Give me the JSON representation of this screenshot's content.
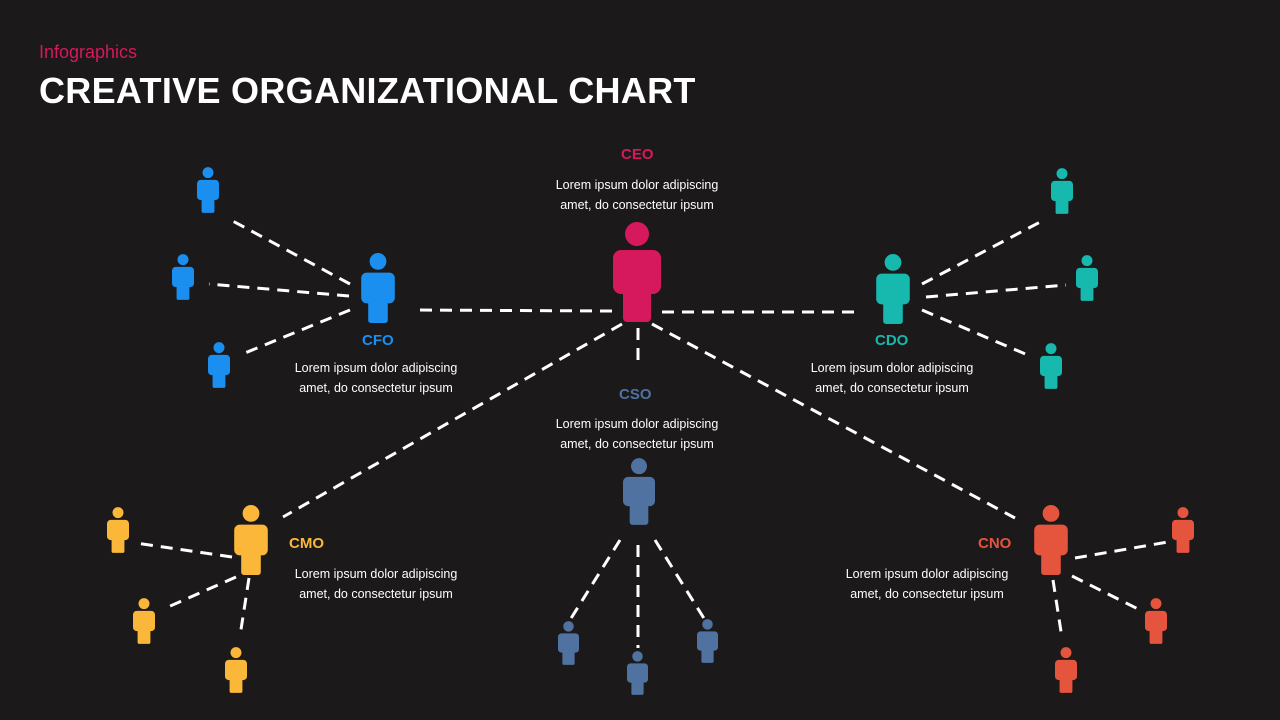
{
  "header": {
    "subtitle": "Infographics",
    "title": "CREATIVE ORGANIZATIONAL CHART"
  },
  "colors": {
    "background": "#1b191a",
    "subtitle": "#d6185c",
    "ceo": "#d6185c",
    "cfo": "#1b8ff0",
    "cdo": "#17b8ad",
    "cso": "#5072a0",
    "cmo": "#fbb739",
    "cno": "#e5543c",
    "connector": "#ffffff"
  },
  "nodes": {
    "ceo": {
      "role": "CEO",
      "desc": "Lorem ipsum dolor adipiscing\namet, do consectetur ipsum"
    },
    "cfo": {
      "role": "CFO",
      "desc": "Lorem ipsum dolor adipiscing\namet, do consectetur ipsum"
    },
    "cdo": {
      "role": "CDO",
      "desc": "Lorem ipsum dolor adipiscing\namet, do consectetur ipsum"
    },
    "cso": {
      "role": "CSO",
      "desc": "Lorem ipsum dolor adipiscing\namet, do consectetur ipsum"
    },
    "cmo": {
      "role": "CMO",
      "desc": "Lorem ipsum dolor adipiscing\namet, do consectetur ipsum"
    },
    "cno": {
      "role": "CNO",
      "desc": "Lorem ipsum dolor adipiscing\namet, do consectetur ipsum"
    }
  },
  "icons": {
    "person": "person-icon"
  }
}
